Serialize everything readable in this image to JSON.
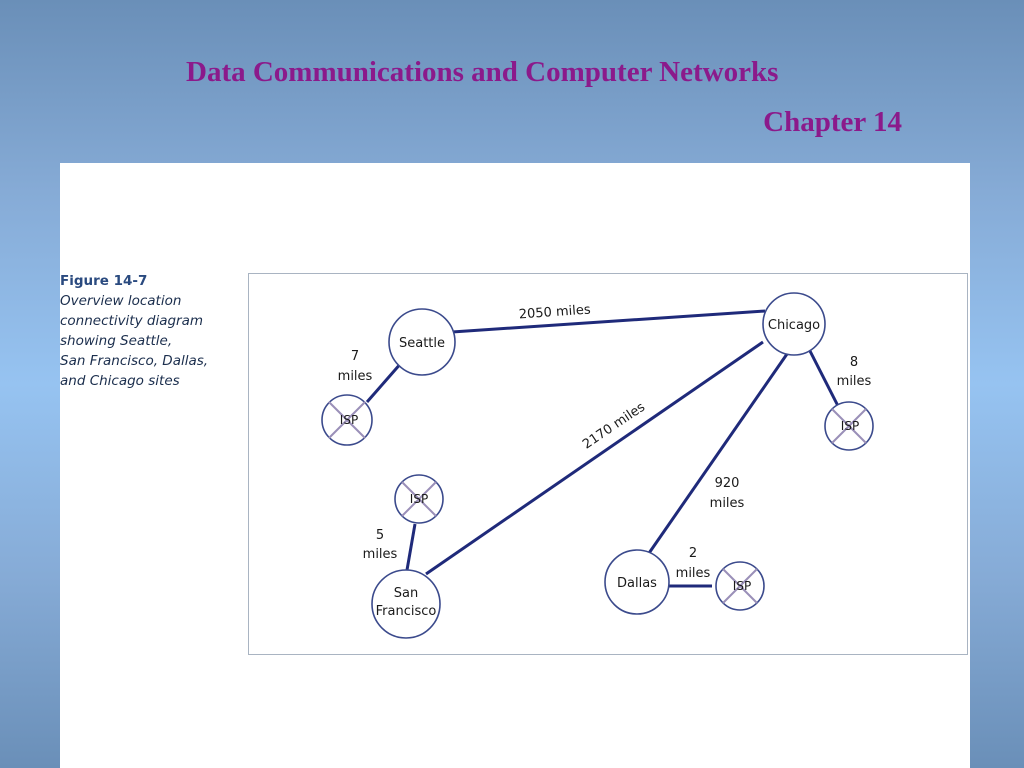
{
  "slide": {
    "title": "Data Communications and Computer Networks",
    "subtitle": "Chapter 14"
  },
  "figure": {
    "label": "Figure 14-7",
    "caption": "Overview location\nconnectivity diagram\nshowing Seattle,\nSan Francisco, Dallas,\nand Chicago sites"
  },
  "diagram": {
    "colors": {
      "link": "#1f2a7a",
      "node_border": "#3b4a8c",
      "isp_cross": "#9a8fb8"
    },
    "nodes": {
      "seattle": {
        "label": "Seattle"
      },
      "chicago": {
        "label": "Chicago"
      },
      "san_francisco": {
        "label": [
          "San",
          "Francisco"
        ]
      },
      "dallas": {
        "label": "Dallas"
      },
      "isp": {
        "label": "ISP"
      }
    },
    "links": {
      "seattle_chicago": "2050 miles",
      "chicago_san_francisco": "2170 miles",
      "chicago_dallas": [
        "920",
        "miles"
      ],
      "seattle_isp": [
        "7",
        "miles"
      ],
      "chicago_isp": [
        "8",
        "miles"
      ],
      "san_francisco_isp": [
        "5",
        "miles"
      ],
      "dallas_isp": [
        "2",
        "miles"
      ]
    }
  }
}
